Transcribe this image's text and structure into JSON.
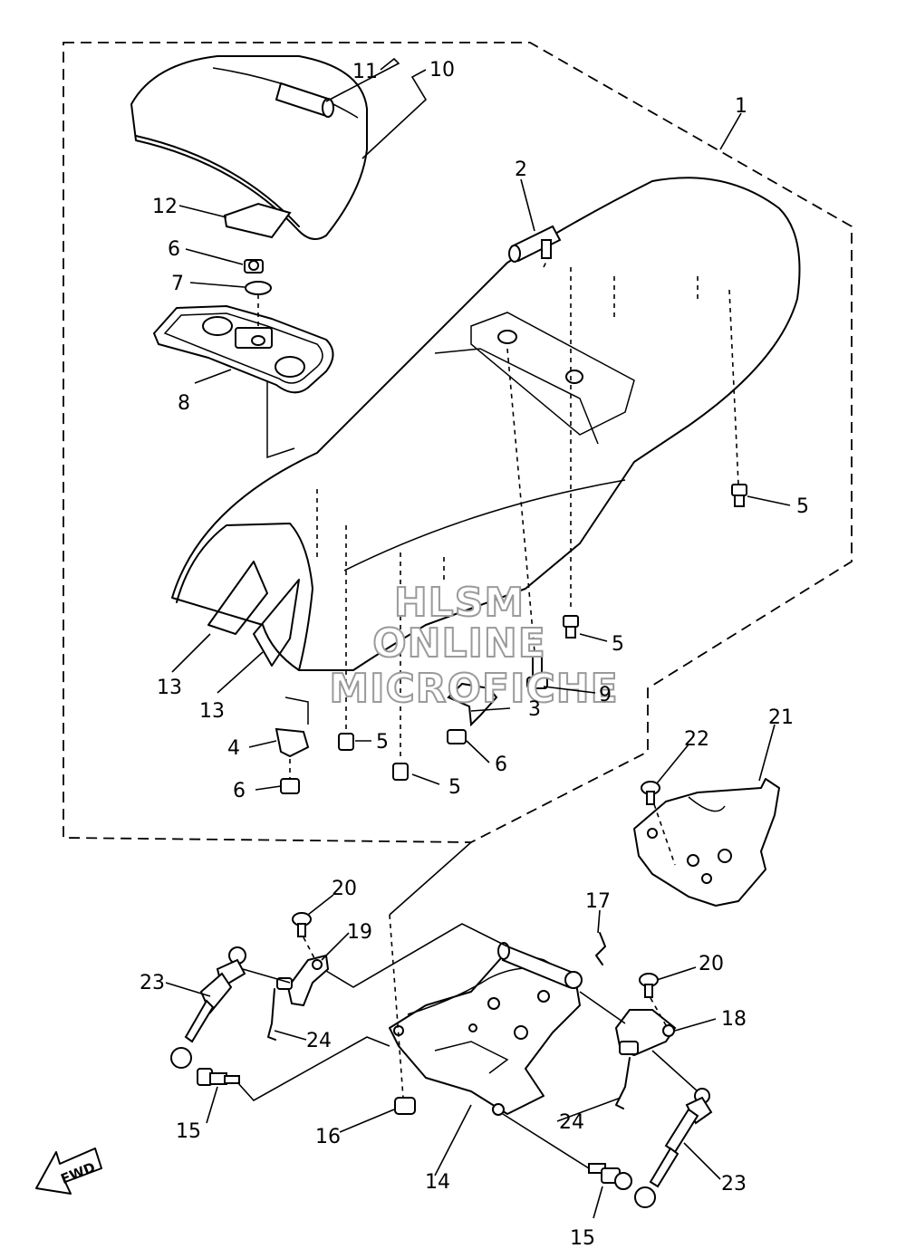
{
  "watermark": {
    "line1": "HLSM",
    "line2": "ONLINE",
    "line3": "MICROFICHE"
  },
  "direction_arrow": "FWD",
  "callouts": {
    "c1": "1",
    "c2": "2",
    "c3": "3",
    "c4": "4",
    "c5a": "5",
    "c5b": "5",
    "c5c": "5",
    "c5d": "5",
    "c6a": "6",
    "c6b": "6",
    "c6c": "6",
    "c7": "7",
    "c8": "8",
    "c9": "9",
    "c10": "10",
    "c11": "11",
    "c12": "12",
    "c13a": "13",
    "c13b": "13",
    "c14": "14",
    "c15a": "15",
    "c15b": "15",
    "c16": "16",
    "c17": "17",
    "c18": "18",
    "c19": "19",
    "c20a": "20",
    "c20b": "20",
    "c21": "21",
    "c22": "22",
    "c23a": "23",
    "c23b": "23",
    "c24a": "24",
    "c24b": "24"
  }
}
